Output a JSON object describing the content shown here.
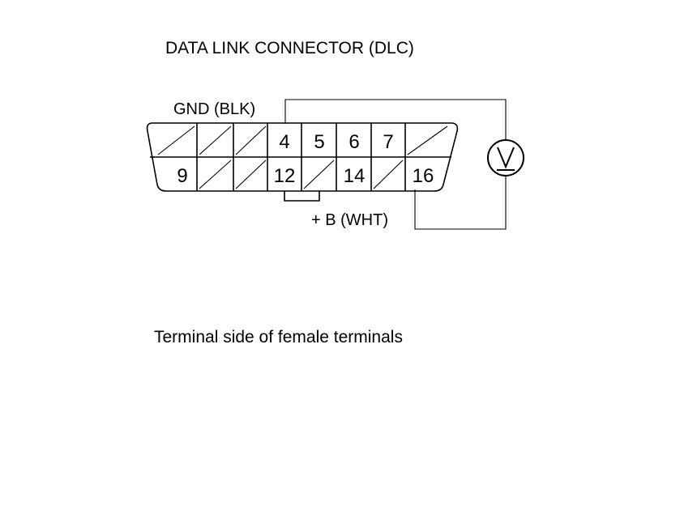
{
  "title": "DATA LINK CONNECTOR (DLC)",
  "gnd_label": "GND (BLK)",
  "b_label": "+ B (WHT)",
  "caption": "Terminal side of female terminals",
  "meter_symbol": "V",
  "pins": {
    "p4": "4",
    "p5": "5",
    "p6": "6",
    "p7": "7",
    "p9": "9",
    "p12": "12",
    "p14": "14",
    "p16": "16"
  },
  "top_row_cavities": [
    "empty",
    "empty",
    "empty",
    "4",
    "5",
    "6",
    "7",
    "empty"
  ],
  "bottom_row_cavities": [
    "9",
    "empty",
    "empty",
    "12",
    "empty",
    "14",
    "empty",
    "16"
  ],
  "connections": [
    {
      "terminal": "4",
      "wire": "GND (BLK)",
      "to": "voltmeter"
    },
    {
      "terminal": "16",
      "wire": "+ B (WHT)",
      "to": "voltmeter"
    }
  ],
  "colors": {
    "line": "#000000",
    "background": "#ffffff"
  }
}
